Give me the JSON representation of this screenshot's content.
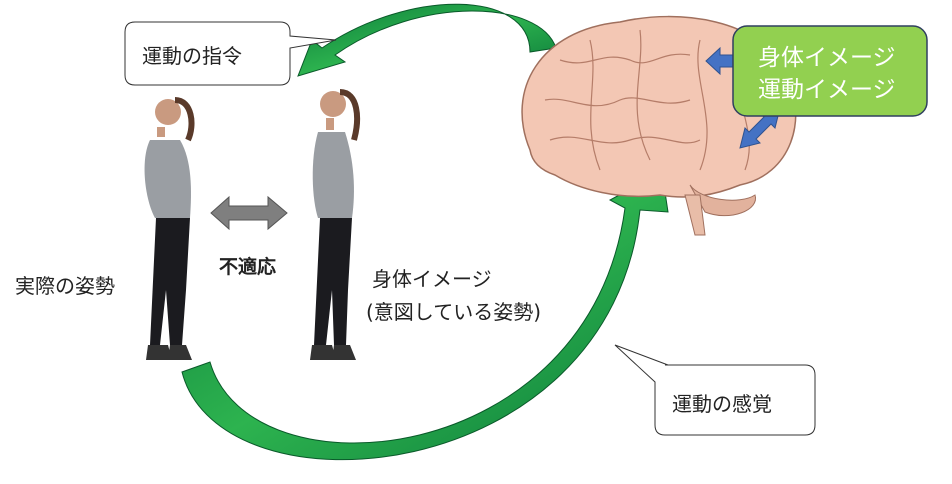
{
  "callouts": {
    "motor_command": "運動の指令",
    "motor_sensation": "運動の感覚"
  },
  "brain_box": {
    "line1": "身体イメージ",
    "line2": "運動イメージ"
  },
  "labels": {
    "actual_posture": "実際の姿勢",
    "maladaptation": "不適応",
    "body_image_line1": "身体イメージ",
    "body_image_line2": "(意図している姿勢)"
  },
  "colors": {
    "green_arrow": "#1fa04a",
    "box_green": "#92d050",
    "blue_arrow": "#4472c4",
    "gray_arrow": "#7f7f7f",
    "brain": "#f3c7b4"
  }
}
